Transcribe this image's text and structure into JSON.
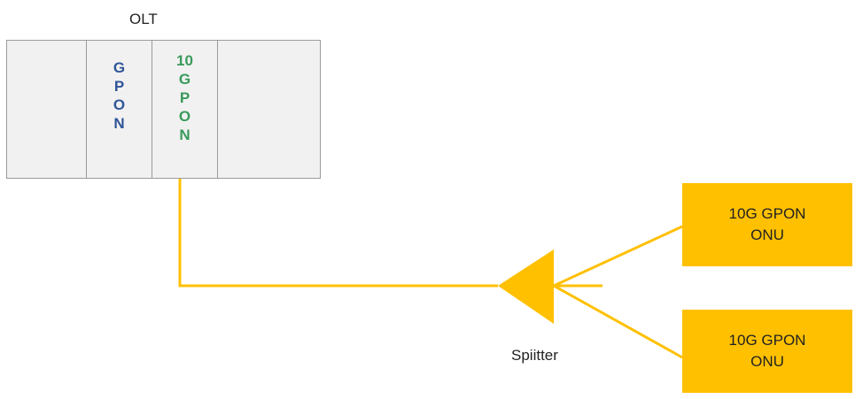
{
  "olt": {
    "title": "OLT",
    "slots": {
      "gpon": [
        "G",
        "P",
        "O",
        "N"
      ],
      "xgpon": [
        "10",
        "G",
        "P",
        "O",
        "N"
      ]
    }
  },
  "splitter": {
    "label": "Spiitter"
  },
  "onus": [
    {
      "line1": "10G GPON",
      "line2": "ONU"
    },
    {
      "line1": "10G GPON",
      "line2": "ONU"
    }
  ],
  "colors": {
    "fiber": "#ffc000",
    "onu_fill": "#ffc000",
    "gpon_text": "#2f5597",
    "xgpon_text": "#3a9a5b",
    "olt_fill": "#f1f1f1",
    "olt_border": "#9a9a9a"
  }
}
